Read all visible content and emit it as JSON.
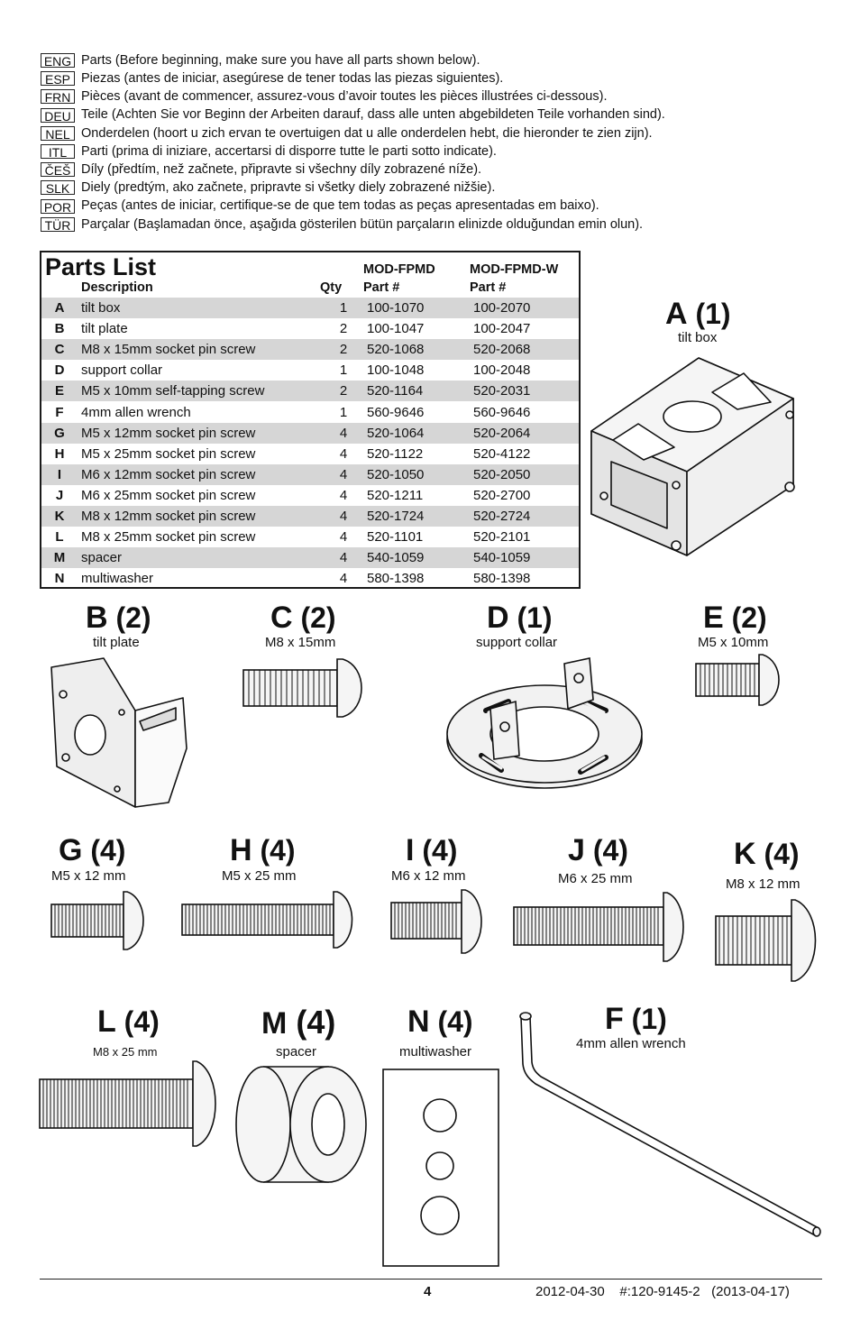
{
  "languages": [
    {
      "code": "ENG",
      "text": "Parts (Before beginning, make sure you have all parts shown below)."
    },
    {
      "code": "ESP",
      "text": "Piezas (antes de iniciar, asegúrese de tener todas las piezas siguientes)."
    },
    {
      "code": "FRN",
      "text": "Pièces (avant de commencer, assurez-vous d’avoir toutes les pièces illustrées ci-dessous)."
    },
    {
      "code": "DEU",
      "text": "Teile (Achten Sie vor Beginn der Arbeiten darauf, dass alle unten abgebildeten Teile vorhanden sind)."
    },
    {
      "code": "NEL",
      "text": "Onderdelen (hoort u zich ervan te overtuigen dat u alle onderdelen hebt, die hieronder te zien zijn)."
    },
    {
      "code": "ITL",
      "text": "Parti (prima di iniziare, accertarsi di disporre tutte le parti sotto indicate)."
    },
    {
      "code": "ČEŠ",
      "text": "Díly (předtím, než začnete, připravte si všechny díly zobrazené níže)."
    },
    {
      "code": "SLK",
      "text": "Diely (predtým, ako začnete, pripravte si všetky diely zobrazené nižšie)."
    },
    {
      "code": "POR",
      "text": "Peças (antes de iniciar, certifique-se de que tem todas as peças apresentadas em baixo)."
    },
    {
      "code": "TÜR",
      "text": "Parçalar (Başlamadan önce, aşağıda gösterilen bütün parçaların elinizde olduğundan emin olun)."
    }
  ],
  "parts_list": {
    "title": "Parts List",
    "headers": {
      "description": "Description",
      "qty": "Qty",
      "model_a": "MOD-FPMD",
      "part_a": "Part #",
      "model_b": "MOD-FPMD-W",
      "part_b": "Part #"
    },
    "rows": [
      {
        "letter": "A",
        "description": "tilt box",
        "qty": "1",
        "part_a": "100-1070",
        "part_b": "100-2070"
      },
      {
        "letter": "B",
        "description": "tilt plate",
        "qty": "2",
        "part_a": "100-1047",
        "part_b": "100-2047"
      },
      {
        "letter": "C",
        "description": "M8 x 15mm socket pin screw",
        "qty": "2",
        "part_a": "520-1068",
        "part_b": "520-2068"
      },
      {
        "letter": "D",
        "description": "support collar",
        "qty": "1",
        "part_a": "100-1048",
        "part_b": "100-2048"
      },
      {
        "letter": "E",
        "description": "M5 x 10mm self-tapping screw",
        "qty": "2",
        "part_a": "520-1164",
        "part_b": "520-2031"
      },
      {
        "letter": "F",
        "description": "4mm allen wrench",
        "qty": "1",
        "part_a": "560-9646",
        "part_b": "560-9646"
      },
      {
        "letter": "G",
        "description": "M5 x 12mm socket pin screw",
        "qty": "4",
        "part_a": "520-1064",
        "part_b": "520-2064"
      },
      {
        "letter": "H",
        "description": "M5 x 25mm socket pin screw",
        "qty": "4",
        "part_a": "520-1122",
        "part_b": "520-4122"
      },
      {
        "letter": "I",
        "description": "M6 x 12mm socket pin screw",
        "qty": "4",
        "part_a": "520-1050",
        "part_b": "520-2050"
      },
      {
        "letter": "J",
        "description": "M6 x 25mm socket pin screw",
        "qty": "4",
        "part_a": "520-1211",
        "part_b": "520-2700"
      },
      {
        "letter": "K",
        "description": "M8 x 12mm socket pin screw",
        "qty": "4",
        "part_a": "520-1724",
        "part_b": "520-2724"
      },
      {
        "letter": "L",
        "description": "M8 x 25mm socket pin screw",
        "qty": "4",
        "part_a": "520-1101",
        "part_b": "520-2101"
      },
      {
        "letter": "M",
        "description": "spacer",
        "qty": "4",
        "part_a": "540-1059",
        "part_b": "540-1059"
      },
      {
        "letter": "N",
        "description": "multiwasher",
        "qty": "4",
        "part_a": "580-1398",
        "part_b": "580-1398"
      }
    ]
  },
  "figures": {
    "A": {
      "letter": "A",
      "count": "(1)",
      "caption": "tilt box"
    },
    "B": {
      "letter": "B",
      "count": "(2)",
      "caption": "tilt plate"
    },
    "C": {
      "letter": "C",
      "count": "(2)",
      "caption": "M8 x 15mm"
    },
    "D": {
      "letter": "D",
      "count": "(1)",
      "caption": "support collar"
    },
    "E": {
      "letter": "E",
      "count": "(2)",
      "caption": "M5 x 10mm"
    },
    "G": {
      "letter": "G",
      "count": "(4)",
      "caption": "M5 x 12 mm"
    },
    "H": {
      "letter": "H",
      "count": "(4)",
      "caption": "M5 x 25 mm"
    },
    "I": {
      "letter": "I",
      "count": "(4)",
      "caption": "M6 x 12 mm"
    },
    "J": {
      "letter": "J",
      "count": "(4)",
      "caption": "M6 x 25 mm"
    },
    "K": {
      "letter": "K",
      "count": "(4)",
      "caption": "M8 x 12 mm"
    },
    "L": {
      "letter": "L",
      "count": "(4)",
      "caption": "M8 x 25 mm"
    },
    "M": {
      "letter": "M",
      "count": "(4)",
      "caption": "spacer"
    },
    "N": {
      "letter": "N",
      "count": "(4)",
      "caption": "multiwasher"
    },
    "F": {
      "letter": "F",
      "count": "(1)",
      "caption": "4mm allen wrench"
    }
  },
  "footer": {
    "page_number": "4",
    "info": "2012-04-30    #:120-9145-2   (2013-04-17)"
  }
}
